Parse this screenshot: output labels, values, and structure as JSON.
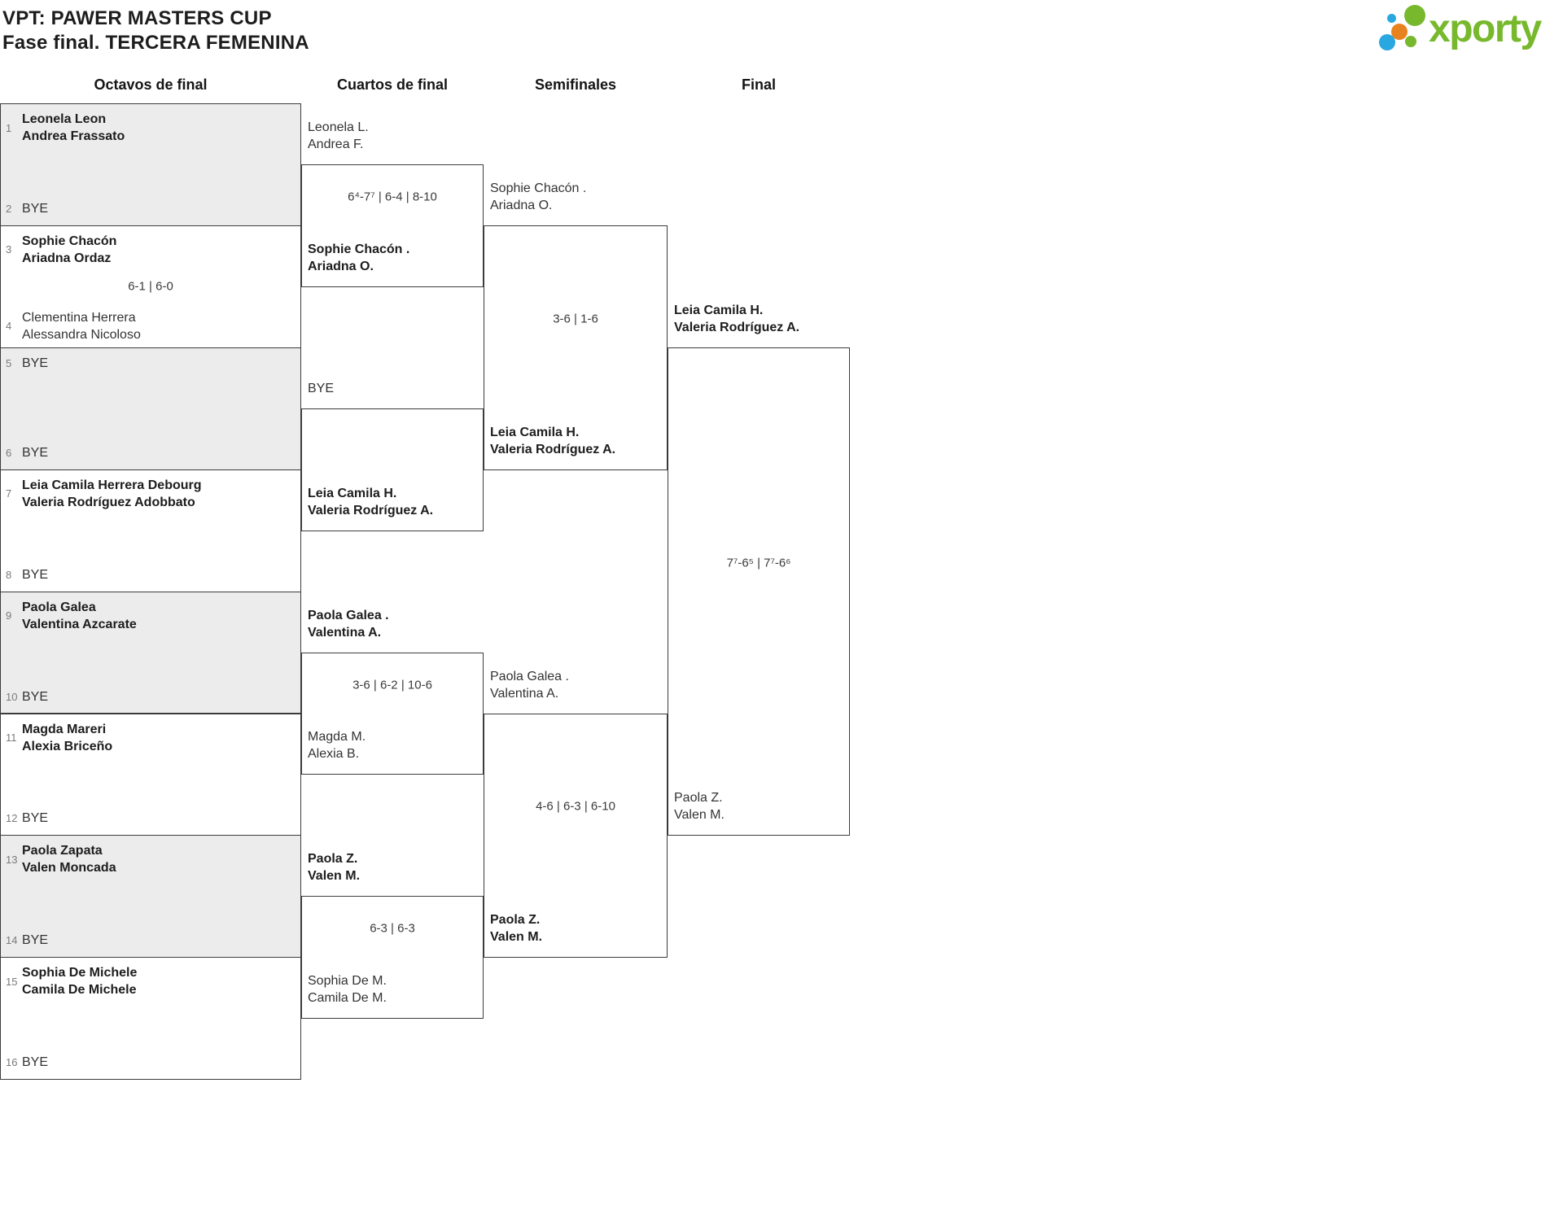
{
  "title": {
    "line1": "VPT: PAWER MASTERS CUP",
    "line2": "Fase final. TERCERA FEMENINA"
  },
  "logo": {
    "text": "xporty",
    "green": "#77b82d",
    "blue": "#29a7e0",
    "orange": "#e8821e"
  },
  "colors": {
    "border": "#3c3c3c",
    "shaded_box": "#ececec",
    "winner_text": "#1d1d1d",
    "regular_text": "#333333",
    "seed_text": "#7a7a7a",
    "score_text": "#3a3a3a"
  },
  "rounds": {
    "headers": [
      "Octavos de final",
      "Cuartos de final",
      "Semifinales",
      "Final"
    ]
  },
  "chart_data": {
    "type": "table",
    "title": "VPT: PAWER MASTERS CUP — Fase final. TERCERA FEMENINA",
    "rounds": [
      "Octavos de final",
      "Cuartos de final",
      "Semifinales",
      "Final"
    ],
    "results": [
      {
        "round": "Octavos",
        "match": "Leonela Leon/Andrea Frassato vs BYE",
        "winner": "Leonela Leon/Andrea Frassato",
        "score": ""
      },
      {
        "round": "Octavos",
        "match": "Sophie Chacón/Ariadna Ordaz vs Clementina Herrera/Alessandra Nicoloso",
        "winner": "Sophie Chacón/Ariadna Ordaz",
        "score": "6-1 | 6-0"
      },
      {
        "round": "Octavos",
        "match": "BYE vs BYE",
        "winner": "",
        "score": ""
      },
      {
        "round": "Octavos",
        "match": "Leia Camila Herrera Debourg/Valeria Rodríguez Adobbato vs BYE",
        "winner": "Leia Camila Herrera Debourg/Valeria Rodríguez Adobbato",
        "score": ""
      },
      {
        "round": "Octavos",
        "match": "Paola Galea/Valentina Azcarate vs BYE",
        "winner": "Paola Galea/Valentina Azcarate",
        "score": ""
      },
      {
        "round": "Octavos",
        "match": "Magda Mareri/Alexia Briceño vs BYE",
        "winner": "Magda Mareri/Alexia Briceño",
        "score": ""
      },
      {
        "round": "Octavos",
        "match": "Paola Zapata/Valen Moncada vs BYE",
        "winner": "Paola Zapata/Valen Moncada",
        "score": ""
      },
      {
        "round": "Octavos",
        "match": "Sophia De Michele/Camila De Michele vs BYE",
        "winner": "Sophia De Michele/Camila De Michele",
        "score": ""
      },
      {
        "round": "Cuartos",
        "match": "Leonela L./Andrea F. vs Sophie Chacón ./Ariadna O.",
        "winner": "Sophie Chacón ./Ariadna O.",
        "score": "6⁴-7⁷ | 6-4 | 8-10"
      },
      {
        "round": "Cuartos",
        "match": "BYE vs Leia Camila H./Valeria Rodríguez A.",
        "winner": "Leia Camila H./Valeria Rodríguez A.",
        "score": ""
      },
      {
        "round": "Cuartos",
        "match": "Paola Galea ./Valentina A. vs Magda M./Alexia B.",
        "winner": "Paola Galea ./Valentina A.",
        "score": "3-6 | 6-2 | 10-6"
      },
      {
        "round": "Cuartos",
        "match": "Paola Z./Valen M. vs Sophia De M./Camila De M.",
        "winner": "Paola Z./Valen M.",
        "score": "6-3 | 6-3"
      },
      {
        "round": "Semifinales",
        "match": "Sophie Chacón ./Ariadna O. vs Leia Camila H./Valeria Rodríguez A.",
        "winner": "Leia Camila H./Valeria Rodríguez A.",
        "score": "3-6 | 1-6"
      },
      {
        "round": "Semifinales",
        "match": "Paola Galea ./Valentina A. vs Paola Z./Valen M.",
        "winner": "Paola Z./Valen M.",
        "score": "4-6 | 6-3 | 6-10"
      },
      {
        "round": "Final",
        "match": "Leia Camila H./Valeria Rodríguez A. vs Paola Z./Valen M.",
        "winner": "Leia Camila H./Valeria Rodríguez A.",
        "score": "7⁷-6⁵ | 7⁷-6⁶"
      }
    ]
  },
  "octavos": [
    {
      "seed1": "1",
      "team1": [
        "Leonela Leon",
        "Andrea Frassato"
      ],
      "team1_winner": true,
      "seed2": "2",
      "team2": [
        "BYE"
      ],
      "team2_winner": false,
      "score": "",
      "shaded": true
    },
    {
      "seed1": "3",
      "team1": [
        "Sophie Chacón",
        "Ariadna Ordaz"
      ],
      "team1_winner": true,
      "seed2": "4",
      "team2": [
        "Clementina Herrera",
        "Alessandra Nicoloso"
      ],
      "team2_winner": false,
      "score": "6-1 | 6-0",
      "shaded": false
    },
    {
      "seed1": "5",
      "team1": [
        "BYE"
      ],
      "team1_winner": false,
      "seed2": "6",
      "team2": [
        "BYE"
      ],
      "team2_winner": false,
      "score": "",
      "shaded": true
    },
    {
      "seed1": "7",
      "team1": [
        "Leia Camila Herrera Debourg",
        "Valeria Rodríguez Adobbato"
      ],
      "team1_winner": true,
      "seed2": "8",
      "team2": [
        "BYE"
      ],
      "team2_winner": false,
      "score": "",
      "shaded": false
    },
    {
      "seed1": "9",
      "team1": [
        "Paola Galea",
        "Valentina Azcarate"
      ],
      "team1_winner": true,
      "seed2": "10",
      "team2": [
        "BYE"
      ],
      "team2_winner": false,
      "score": "",
      "shaded": true
    },
    {
      "seed1": "11",
      "team1": [
        "Magda Mareri",
        "Alexia Briceño"
      ],
      "team1_winner": true,
      "seed2": "12",
      "team2": [
        "BYE"
      ],
      "team2_winner": false,
      "score": "",
      "shaded": false
    },
    {
      "seed1": "13",
      "team1": [
        "Paola Zapata",
        "Valen Moncada"
      ],
      "team1_winner": true,
      "seed2": "14",
      "team2": [
        "BYE"
      ],
      "team2_winner": false,
      "score": "",
      "shaded": true
    },
    {
      "seed1": "15",
      "team1": [
        "Sophia De Michele",
        "Camila De Michele"
      ],
      "team1_winner": true,
      "seed2": "16",
      "team2": [
        "BYE"
      ],
      "team2_winner": false,
      "score": "",
      "shaded": false
    }
  ],
  "cuartos": [
    {
      "top": [
        "Leonela L.",
        "Andrea F."
      ],
      "top_winner": false,
      "bottom": [
        "Sophie Chacón .",
        "Ariadna O."
      ],
      "bottom_winner": true,
      "score": "6⁴-7⁷ | 6-4 | 8-10"
    },
    {
      "top": [
        "BYE"
      ],
      "top_winner": false,
      "bottom": [
        "Leia Camila H.",
        "Valeria Rodríguez A."
      ],
      "bottom_winner": true,
      "score": ""
    },
    {
      "top": [
        "Paola Galea .",
        "Valentina A."
      ],
      "top_winner": true,
      "bottom": [
        "Magda M.",
        "Alexia B."
      ],
      "bottom_winner": false,
      "score": "3-6 | 6-2 | 10-6"
    },
    {
      "top": [
        "Paola Z.",
        "Valen M."
      ],
      "top_winner": true,
      "bottom": [
        "Sophia De M.",
        "Camila De M."
      ],
      "bottom_winner": false,
      "score": "6-3 | 6-3"
    }
  ],
  "semifinales": [
    {
      "top": [
        "Sophie Chacón .",
        "Ariadna O."
      ],
      "top_winner": false,
      "bottom": [
        "Leia Camila H.",
        "Valeria Rodríguez A."
      ],
      "bottom_winner": true,
      "score": "3-6 | 1-6"
    },
    {
      "top": [
        "Paola Galea .",
        "Valentina A."
      ],
      "top_winner": false,
      "bottom": [
        "Paola Z.",
        "Valen M."
      ],
      "bottom_winner": true,
      "score": "4-6 | 6-3 | 6-10"
    }
  ],
  "final": [
    {
      "top": [
        "Leia Camila H.",
        "Valeria Rodríguez A."
      ],
      "top_winner": true,
      "bottom": [
        "Paola Z.",
        "Valen M."
      ],
      "bottom_winner": false,
      "score": "7⁷-6⁵ | 7⁷-6⁶"
    }
  ]
}
